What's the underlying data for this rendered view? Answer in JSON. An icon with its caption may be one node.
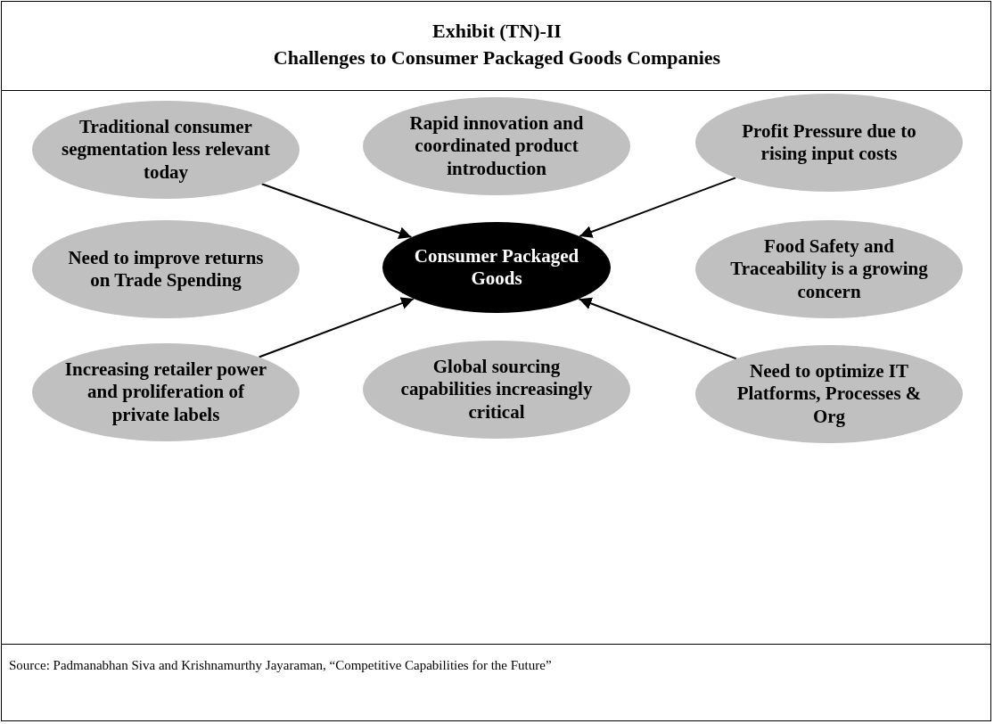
{
  "diagram": {
    "title": "Exhibit (TN)-II",
    "labels": [
      "Challenges to Consumer Packaged Goods Companies"
    ],
    "caption": "Source: Padmanabhan Siva and Krishnamurthy Jayaraman, “Competitive Capabilities for the Future”",
    "nodes": [
      {
        "text": [
          "Traditional consumer segmentation less relevant today"
        ]
      },
      {
        "text": [
          "Rapid innovation and coordinated product introduction"
        ]
      },
      {
        "text": [
          "Profit Pressure due to rising input costs"
        ]
      },
      {
        "text": [
          "Need to improve returns on Trade Spending"
        ]
      },
      {
        "text": [
          "Consumer Packaged Goods"
        ]
      },
      {
        "text": [
          "Food Safety and Traceability is a growing concern"
        ]
      },
      {
        "text": [
          "Increasing retailer power and proliferation of private labels"
        ]
      },
      {
        "text": [
          "Global sourcing capabilities increasingly critical"
        ]
      },
      {
        "text": [
          "Need to optimize IT Platforms, Processes & Org"
        ]
      }
    ],
    "edges": [
      {
        "from": 0,
        "to": 4,
        "arrow": "to"
      },
      {
        "from": 2,
        "to": 4,
        "arrow": "to"
      },
      {
        "from": 6,
        "to": 4,
        "arrow": "to"
      },
      {
        "from": 8,
        "to": 4,
        "arrow": "to"
      }
    ]
  }
}
